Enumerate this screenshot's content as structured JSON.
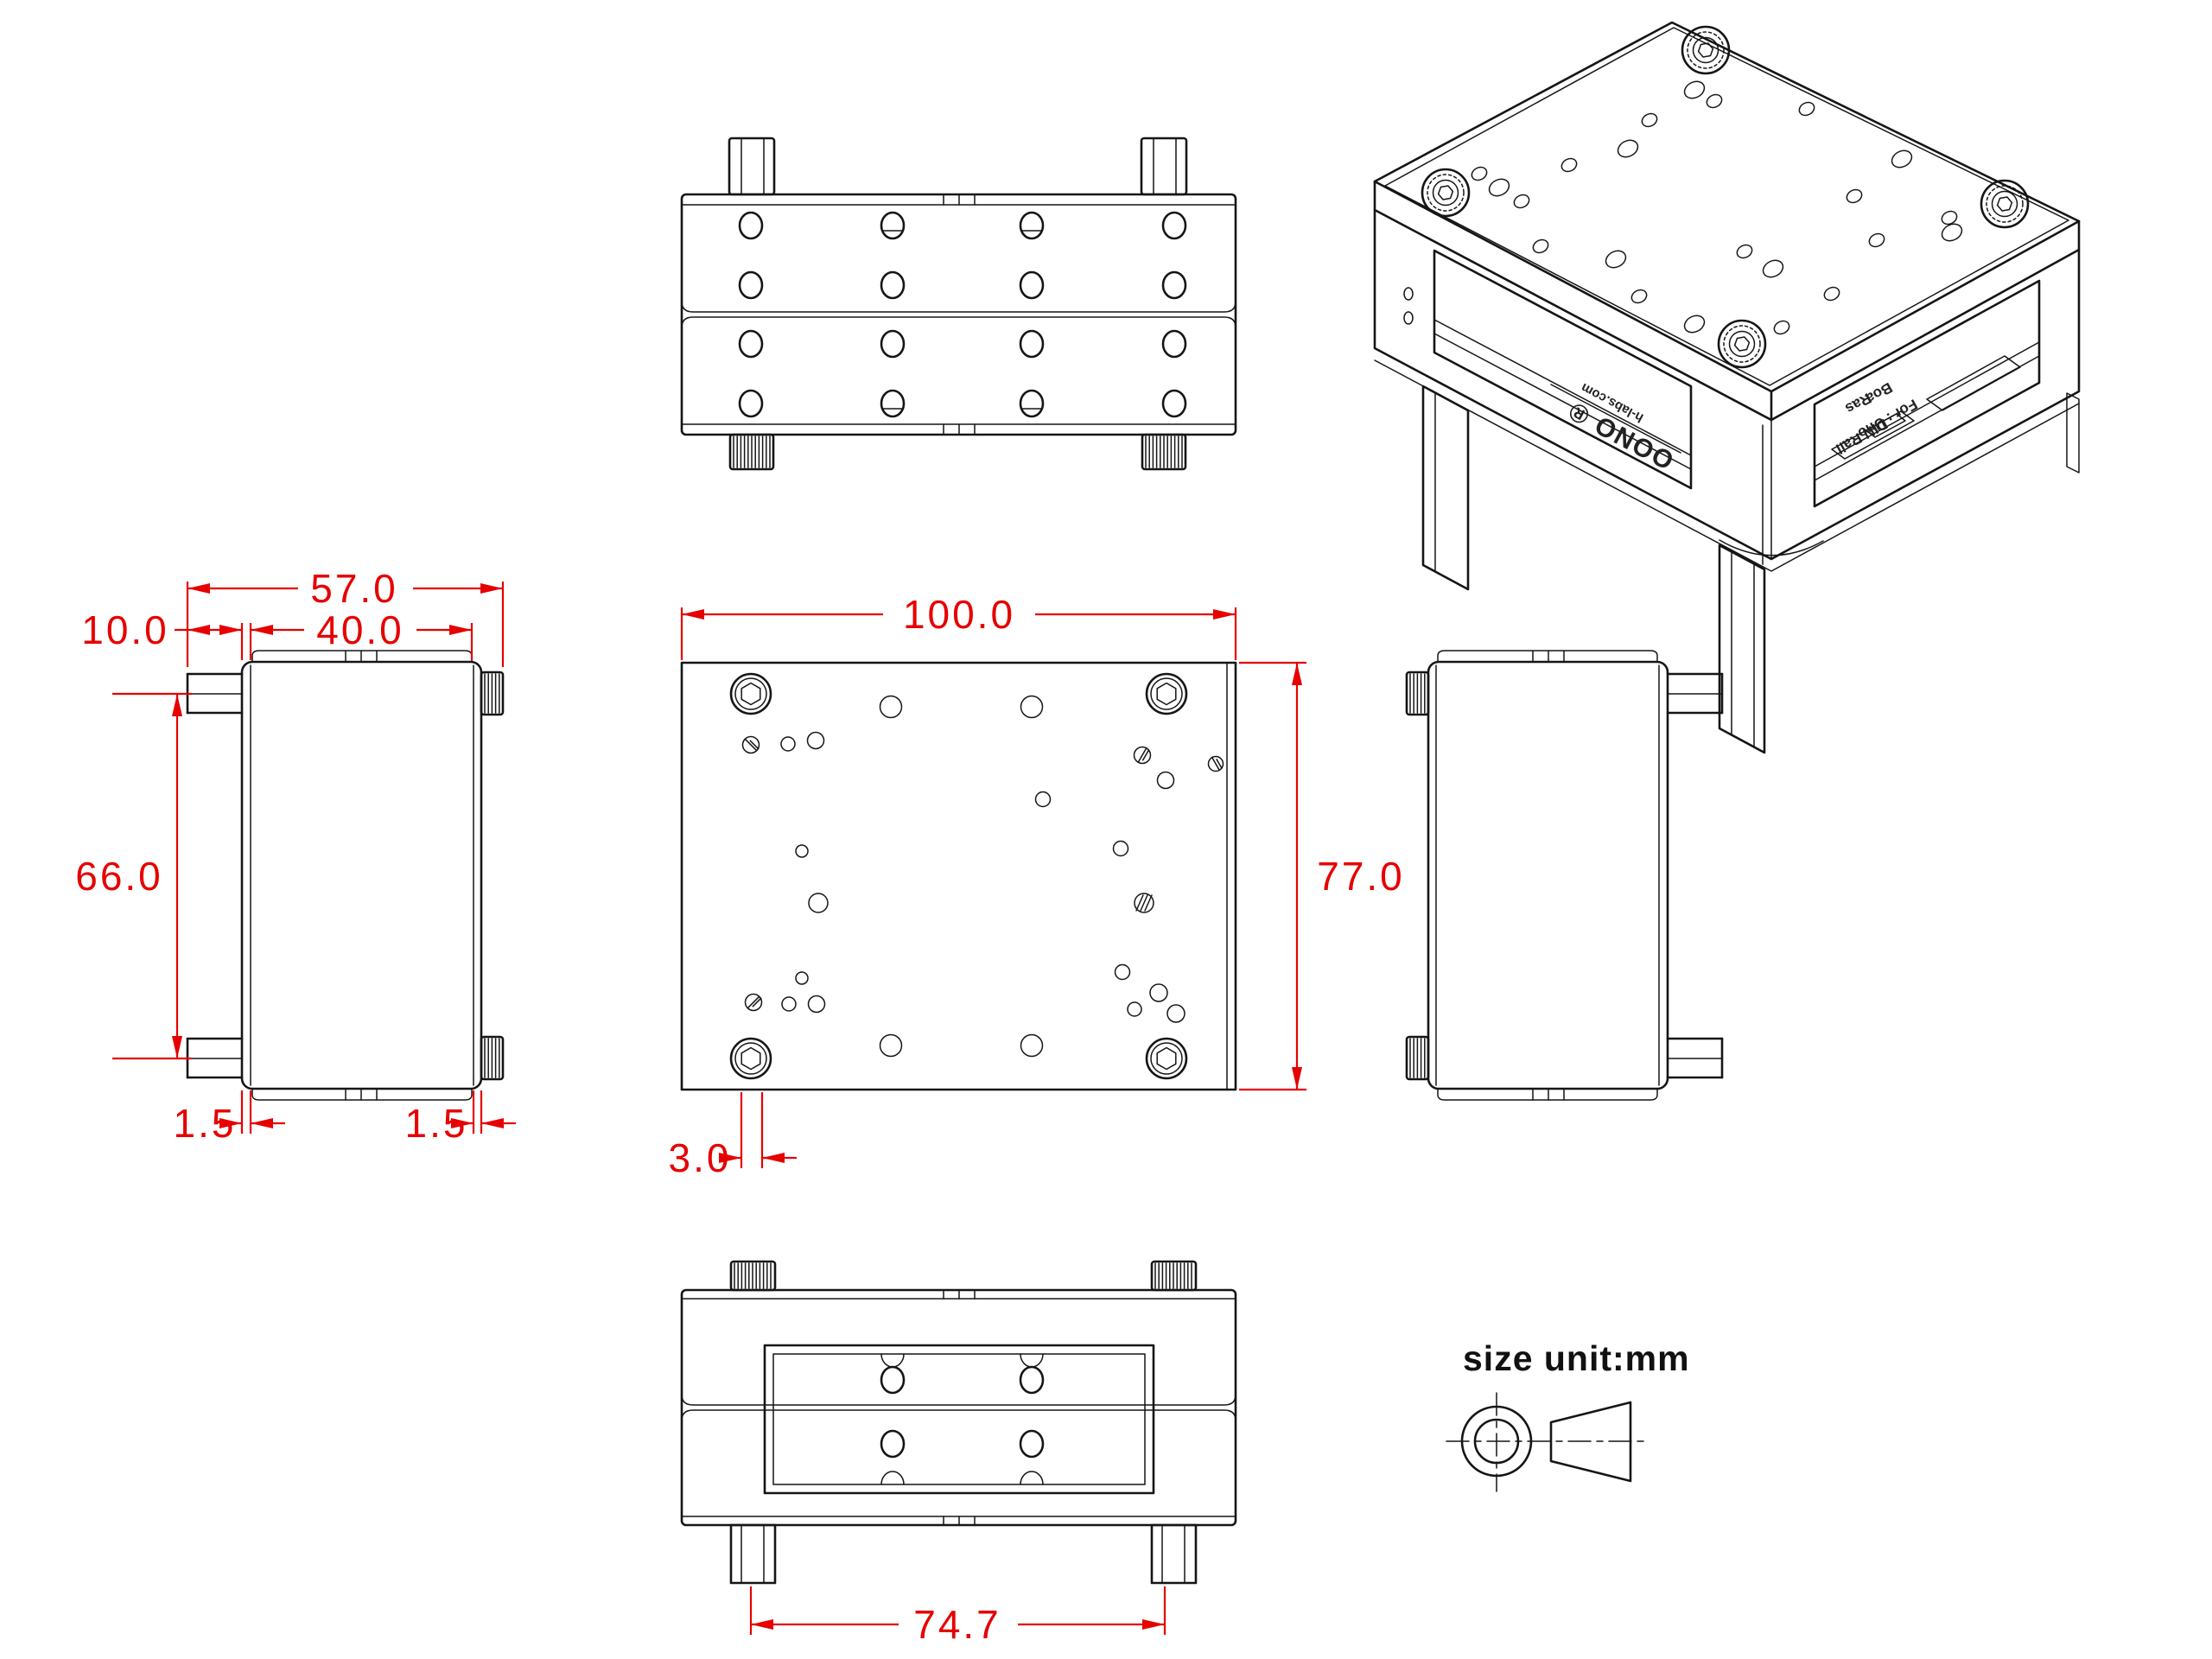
{
  "unit_label": "size unit:mm",
  "dimensions": {
    "side_view": {
      "overall_width": "57.0",
      "rail_offset": "10.0",
      "inner_width": "40.0",
      "height": "66.0",
      "gap_left": "1.5",
      "gap_right": "1.5"
    },
    "front_view": {
      "width": "100.0",
      "height": "77.0",
      "corner_hole_offset": "3.0"
    },
    "bottom_view": {
      "post_spacing": "74.7"
    }
  },
  "engraving": {
    "brand": "OONO ®",
    "website": "h-labs.com",
    "product_line1": "DIN Rail",
    "product_line2": "For : Uno",
    "product_line3": "Ras",
    "product_line4": "Boa"
  },
  "colors": {
    "line": "#151515",
    "dimension": "#e60000",
    "background": "#ffffff"
  }
}
